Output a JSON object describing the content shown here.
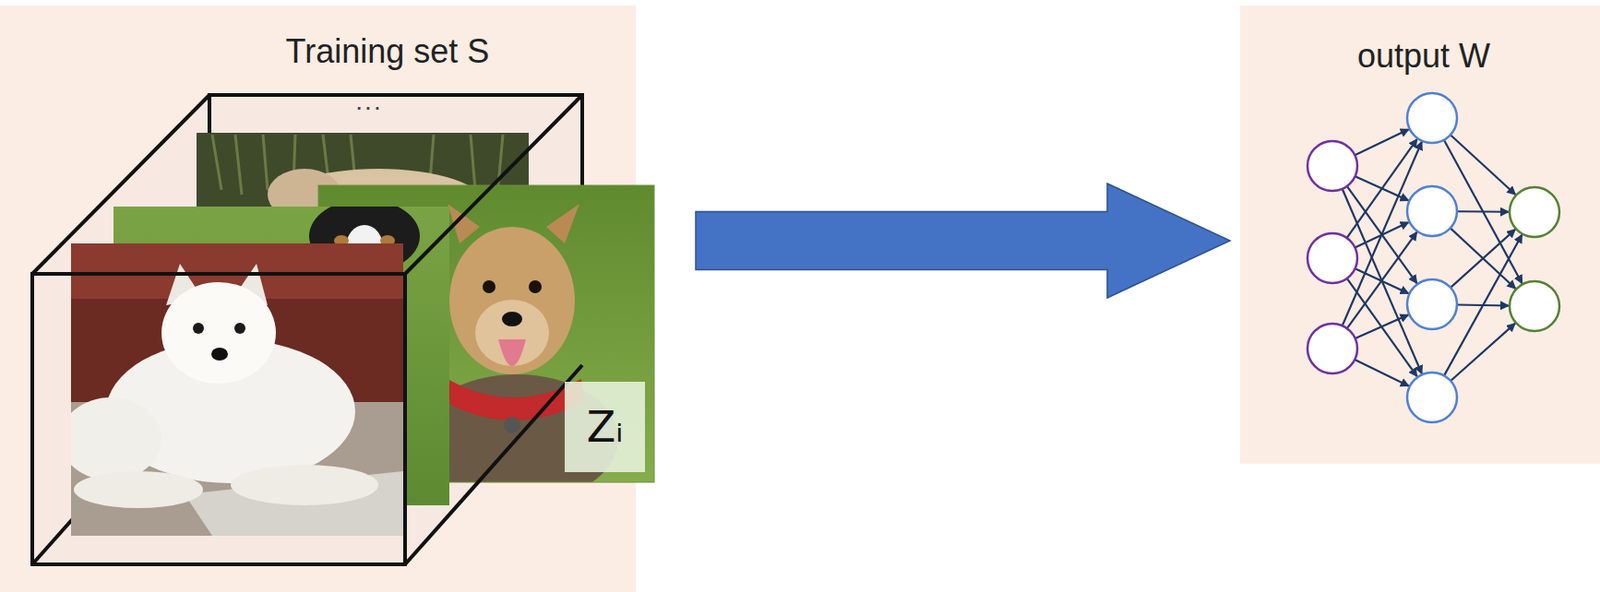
{
  "diagram": {
    "nodes": [
      {
        "text": [
          "Training set S"
        ]
      },
      {
        "text": [
          "Zᵢ"
        ],
        "in": 0
      },
      {
        "text": [
          "output W"
        ]
      }
    ],
    "edges": [
      {
        "from": 0,
        "to": 2,
        "arrow": "to"
      }
    ],
    "labels": [
      "..."
    ]
  }
}
